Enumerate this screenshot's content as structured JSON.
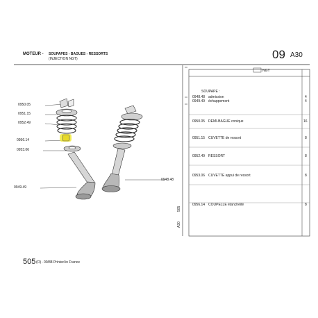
{
  "header": {
    "category": "MOTEUR -",
    "subject_line1": "SOUPAPES - BAGUES - RESSORTS",
    "subject_line2": "(INJECTION NGT)",
    "group_number": "09",
    "page_code": "A30"
  },
  "table": {
    "variant_tag": "NGT",
    "section_title": "SOUPAPE :",
    "rows": [
      {
        "ref": "0948.48",
        "desc": "admission",
        "qty": "4"
      },
      {
        "ref": "0949.49",
        "desc": "échappement",
        "qty": "4"
      },
      {
        "ref": "0950.05",
        "desc": "DEMI-BAGUE conique",
        "qty": "16"
      },
      {
        "ref": "0951.15",
        "desc": "CUVETTE de ressort",
        "qty": "8"
      },
      {
        "ref": "0952.49",
        "desc": "RESSORT",
        "qty": "8"
      },
      {
        "ref": "0953.06",
        "desc": "CUVETTE appui de ressort",
        "qty": "8"
      },
      {
        "ref": "0956.14",
        "desc": "COUPELLE étanchéité",
        "qty": "8"
      }
    ]
  },
  "callouts": [
    {
      "label": "0950.05"
    },
    {
      "label": "0951.15"
    },
    {
      "label": "0952.49"
    },
    {
      "label": "0956.14",
      "highlight_color": "#f2ec3c"
    },
    {
      "label": "0953.06"
    },
    {
      "label": "0949.49"
    },
    {
      "label": "0948.48"
    }
  ],
  "side_codes": [
    "505",
    "A30"
  ],
  "footer": {
    "model": "505",
    "version": "(O)",
    "text": "- 09/88 Printed in France"
  }
}
